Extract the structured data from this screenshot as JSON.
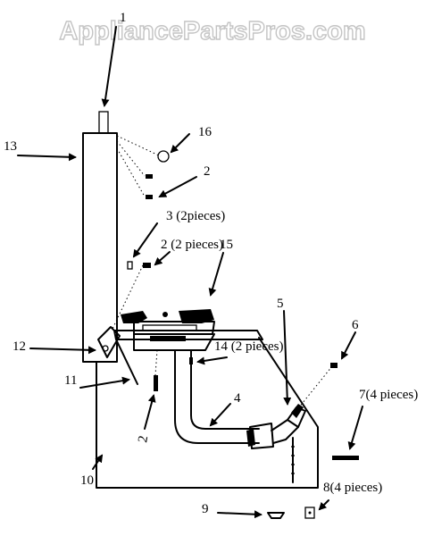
{
  "watermark": "AppliancePartsPros.com",
  "callouts": {
    "c1": "1",
    "c13": "13",
    "c16": "16",
    "c2a": "2",
    "c3": "3 (2pieces)",
    "c2b": "2 (2 pieces)",
    "c15": "15",
    "c5": "5",
    "c6": "6",
    "c12": "12",
    "c14": "14 (2 pieces)",
    "c11": "11",
    "c4": "4",
    "c7": "7(4 pieces)",
    "c2c": "2",
    "c8": "8(4 pieces)",
    "c10": "10",
    "c9": "9"
  }
}
